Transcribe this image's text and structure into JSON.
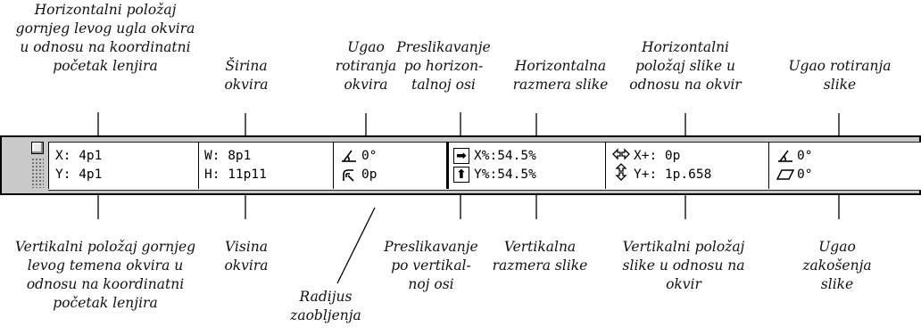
{
  "labels_top": {
    "x_position": "Horizontalni položaj\ngornjeg levog ugla okvira\nu odnosu na koordinatni\npočetak lenjira",
    "width": "Širina\nokvira",
    "rotation": "Ugao\nrotiranja\nokvira",
    "flip_horizontal": "Preslikavanje\npo horizon-\ntalnoj osi",
    "scale_x": "Horizontalna\nrazmera slike",
    "offset_x": "Horizontalni\npoložaj slike u\nodnosu na okvir",
    "picture_rotation": "Ugao rotiranja\nslike"
  },
  "labels_bottom": {
    "y_position": "Vertikalni položaj gornjeg\nlevog temena okvira u\nodnosu na koordinatni\npočetak lenjira",
    "height": "Visina\nokvira",
    "corner_radius": "Radijus\nzaobljenja",
    "flip_vertical": "Preslikavanje\npo vertikal-\nnoj osi",
    "scale_y": "Vertikalna\nrazmera slike",
    "offset_y": "Vertikalni položaj\nslike u odnosu na\nokvir",
    "skew": "Ugao\nzakošenja\nslike"
  },
  "palette": {
    "x": "X: 4p1",
    "y": "Y: 4p1",
    "w": "W: 8p1",
    "h": "H: 11p11",
    "box_angle": "0°",
    "corner_radius": "0p",
    "scale_x": "X%:54.5%",
    "scale_y": "Y%:54.5%",
    "offset_x": "X+: 0p",
    "offset_y": "Y+: 1p.658",
    "pic_angle": "0°",
    "skew_angle": "0°"
  },
  "icons": [
    "rotation-angle-icon",
    "corner-radius-icon",
    "flip-horizontal-icon",
    "flip-vertical-icon",
    "horizontal-offset-arrows-icon",
    "vertical-offset-arrows-icon",
    "picture-rotation-icon",
    "skew-icon"
  ]
}
